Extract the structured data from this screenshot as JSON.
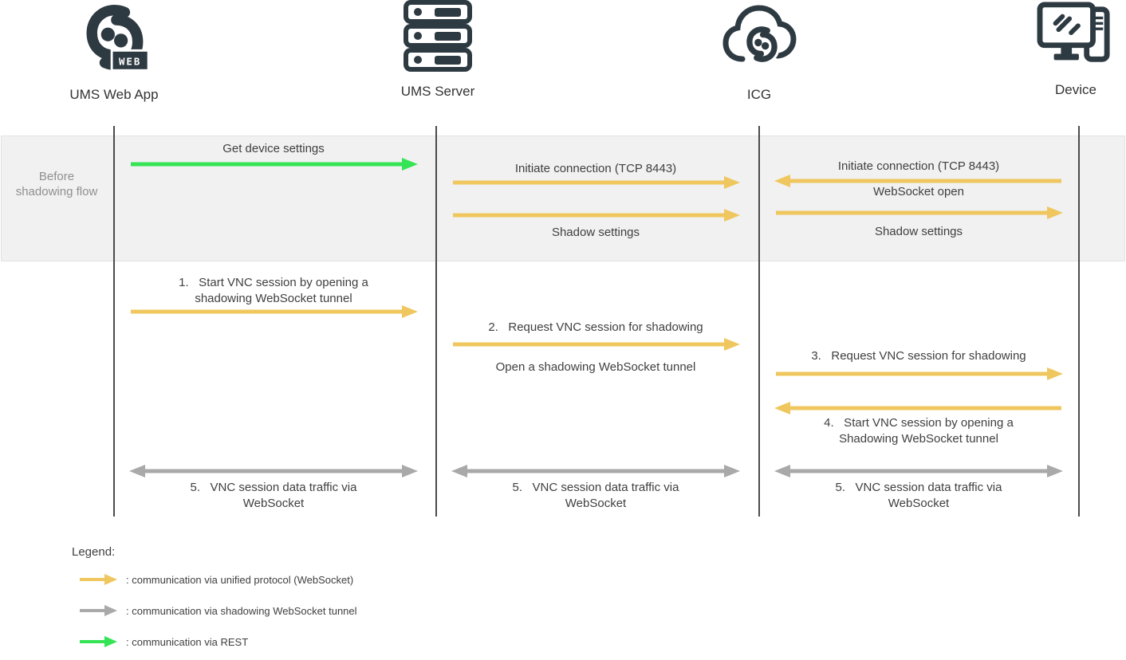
{
  "colors": {
    "unified_yellow": "#EFC75E",
    "tunnel_gray": "#A9A9A9",
    "rest_green": "#35E455",
    "icon_dark": "#2E3A42",
    "band_bg": "#F1F1F2"
  },
  "actors": [
    {
      "label": "UMS Web App",
      "icon": "igel-web-logo-icon",
      "badge": "WEB"
    },
    {
      "label": "UMS Server",
      "icon": "server-stack-icon"
    },
    {
      "label": "ICG",
      "icon": "cloud-logo-icon"
    },
    {
      "label": "Device",
      "icon": "device-monitor-icon"
    }
  ],
  "band": {
    "label": "Before shadowing flow"
  },
  "messages": {
    "get_device_settings": {
      "label": "Get device settings",
      "type": "rest",
      "direction": "right"
    },
    "initiate_server_icg": {
      "label": "Initiate connection (TCP 8443)",
      "type": "unified",
      "direction": "right"
    },
    "shadow_settings_server_icg": {
      "label": "Shadow settings",
      "type": "unified",
      "direction": "right"
    },
    "initiate_device_icg": {
      "label": "Initiate connection (TCP 8443)",
      "type": "unified",
      "direction": "left"
    },
    "websocket_open": {
      "label": "WebSocket open",
      "type": "unified",
      "direction": "right"
    },
    "shadow_settings_icg_device": {
      "label": "Shadow settings",
      "type": "unified",
      "direction": "right"
    },
    "step1": {
      "label": "1.   Start VNC session by opening a\nshadowing WebSocket tunnel",
      "type": "unified",
      "direction": "right"
    },
    "step2": {
      "label": "2.   Request VNC session for shadowing",
      "type": "unified",
      "direction": "right"
    },
    "step2_note": {
      "label": "Open a shadowing WebSocket tunnel"
    },
    "step3": {
      "label": "3.   Request VNC session for shadowing",
      "type": "unified",
      "direction": "right"
    },
    "step4": {
      "label": "4.   Start VNC session by opening a\nShadowing WebSocket tunnel",
      "type": "unified",
      "direction": "left"
    },
    "step5_web_server": {
      "label": "5.   VNC session data traffic via\nWebSocket",
      "type": "tunnel",
      "direction": "both"
    },
    "step5_server_icg": {
      "label": "5.   VNC session data traffic via\nWebSocket",
      "type": "tunnel",
      "direction": "both"
    },
    "step5_icg_device": {
      "label": "5.   VNC session data traffic via\nWebSocket",
      "type": "tunnel",
      "direction": "both"
    }
  },
  "legend": {
    "title": "Legend:",
    "items": [
      {
        "type": "unified",
        "label": ": communication via unified protocol (WebSocket)"
      },
      {
        "type": "tunnel",
        "label": ": communication via shadowing WebSocket tunnel"
      },
      {
        "type": "rest",
        "label": ": communication via REST"
      }
    ]
  }
}
